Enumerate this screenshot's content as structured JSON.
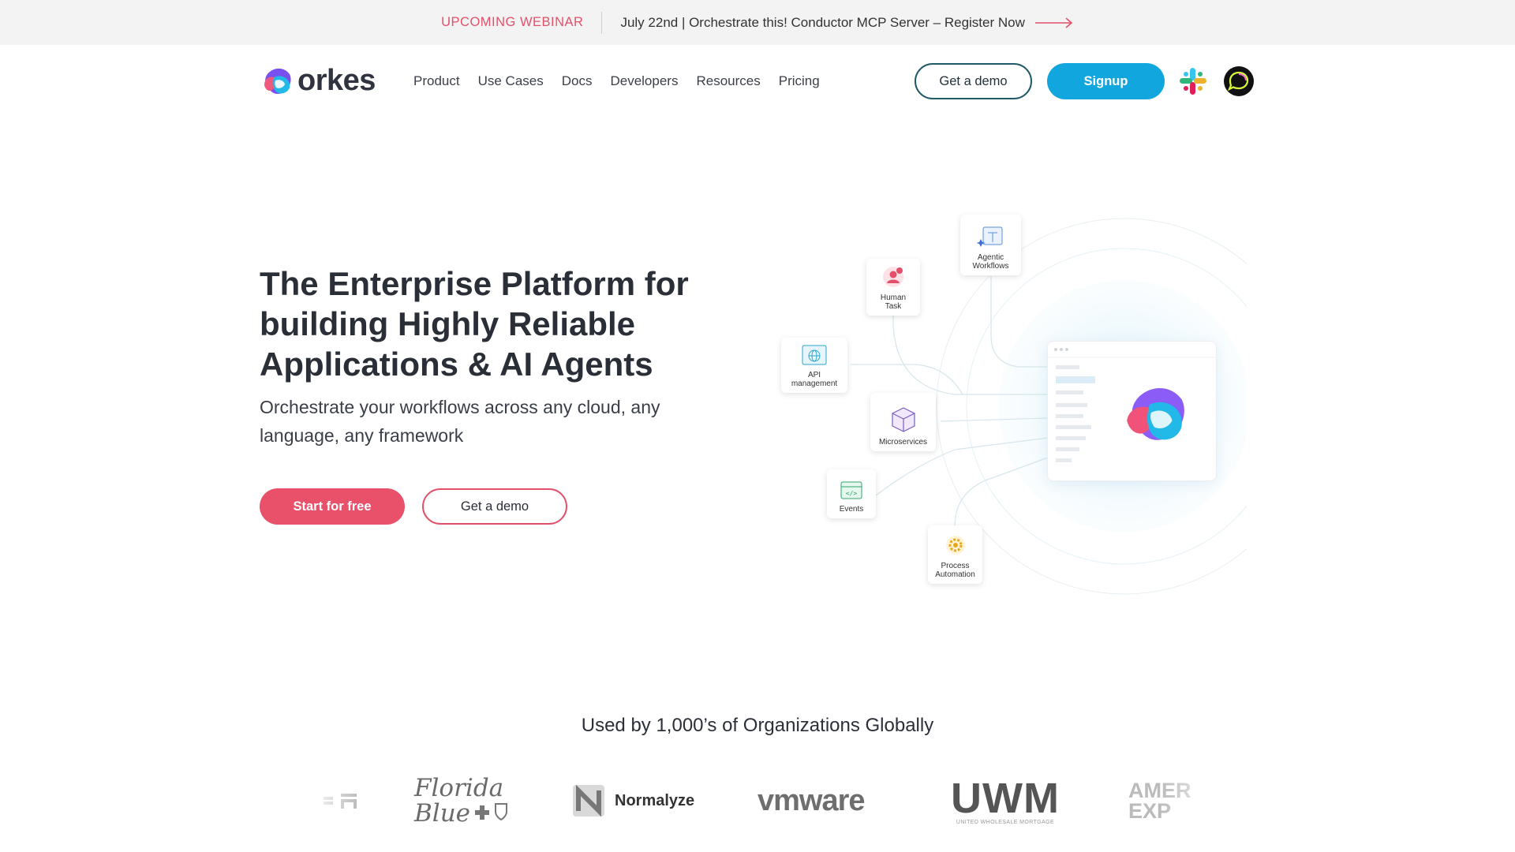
{
  "announcement": {
    "tag": "UPCOMING WEBINAR",
    "message": "July 22nd | Orchestrate this! Conductor MCP Server – Register Now",
    "arrow_icon": "arrow-right-icon"
  },
  "nav": {
    "logo_text": "orkes",
    "menu": [
      "Product",
      "Use Cases",
      "Docs",
      "Developers",
      "Resources",
      "Pricing"
    ],
    "demo_label": "Get a demo",
    "signup_label": "Signup",
    "slack_icon": "slack-icon",
    "chat_icon": "chat-bubble-icon"
  },
  "hero": {
    "title": "The Enterprise Platform for building Highly Reliable Applications & AI Agents",
    "subtitle": "Orchestrate your workflows across any cloud, any language, any framework",
    "primary_cta": "Start for free",
    "secondary_cta": "Get a demo"
  },
  "illustration": {
    "nodes": [
      {
        "label": "Agentic Workflows",
        "icon": "agentic-workflow-icon"
      },
      {
        "label": "Human Task",
        "icon": "human-task-icon"
      },
      {
        "label": "API management",
        "icon": "api-globe-icon"
      },
      {
        "label": "Microservices",
        "icon": "cube-icon"
      },
      {
        "label": "Events",
        "icon": "events-calendar-icon"
      },
      {
        "label": "Process Automation",
        "icon": "gear-automation-icon"
      }
    ]
  },
  "customers": {
    "heading": "Used by 1,000’s of Organizations Globally",
    "logos": [
      "Florida Blue",
      "Normalyze",
      "vmware",
      "UWM",
      "UNITED WHOLESALE MORTGAGE",
      "AMER EXP"
    ]
  },
  "colors": {
    "accent_pink": "#e9506a",
    "accent_blue": "#12a6df",
    "announce_bg": "#f3f3f4"
  }
}
